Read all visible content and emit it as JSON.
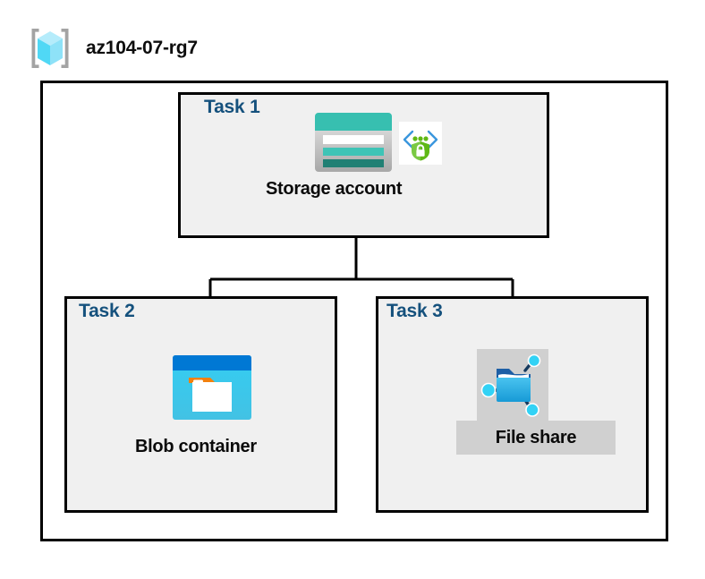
{
  "diagram": {
    "type": "azure-architecture",
    "background_color": "#ffffff",
    "resource_group": {
      "name": "az104-07-rg7",
      "icon": "resource-group-cube-icon",
      "border_color": "#000000",
      "fill_color": "#ffffff"
    },
    "accent_colors": {
      "task_label": "#15517d",
      "box_fill": "#f0f0f0",
      "box_border": "#000000",
      "highlight": "#d0d0d0",
      "storage_teal": "#37bfb0",
      "storage_teal_dark": "#218074",
      "blob_blue": "#0078d4",
      "blob_cyan": "#32c8f0",
      "blob_orange": "#f2800d",
      "fileshare_blue": "#32b0e7",
      "fileshare_node": "#32d2f5",
      "secure_green": "#5fb815",
      "secure_blue": "#3a96dd"
    },
    "tasks": [
      {
        "id": "task1",
        "label": "Task 1",
        "node_label": "Storage account",
        "icons": [
          "storage-account-icon",
          "secure-endpoint-icon"
        ],
        "highlighted": false
      },
      {
        "id": "task2",
        "label": "Task 2",
        "node_label": "Blob container",
        "icons": [
          "blob-container-icon"
        ],
        "highlighted": false
      },
      {
        "id": "task3",
        "label": "Task 3",
        "node_label": "File share",
        "icons": [
          "file-share-icon"
        ],
        "highlighted": true
      }
    ],
    "connections": [
      {
        "from": "Storage account",
        "to": "Blob container"
      },
      {
        "from": "Storage account",
        "to": "File share"
      }
    ]
  }
}
